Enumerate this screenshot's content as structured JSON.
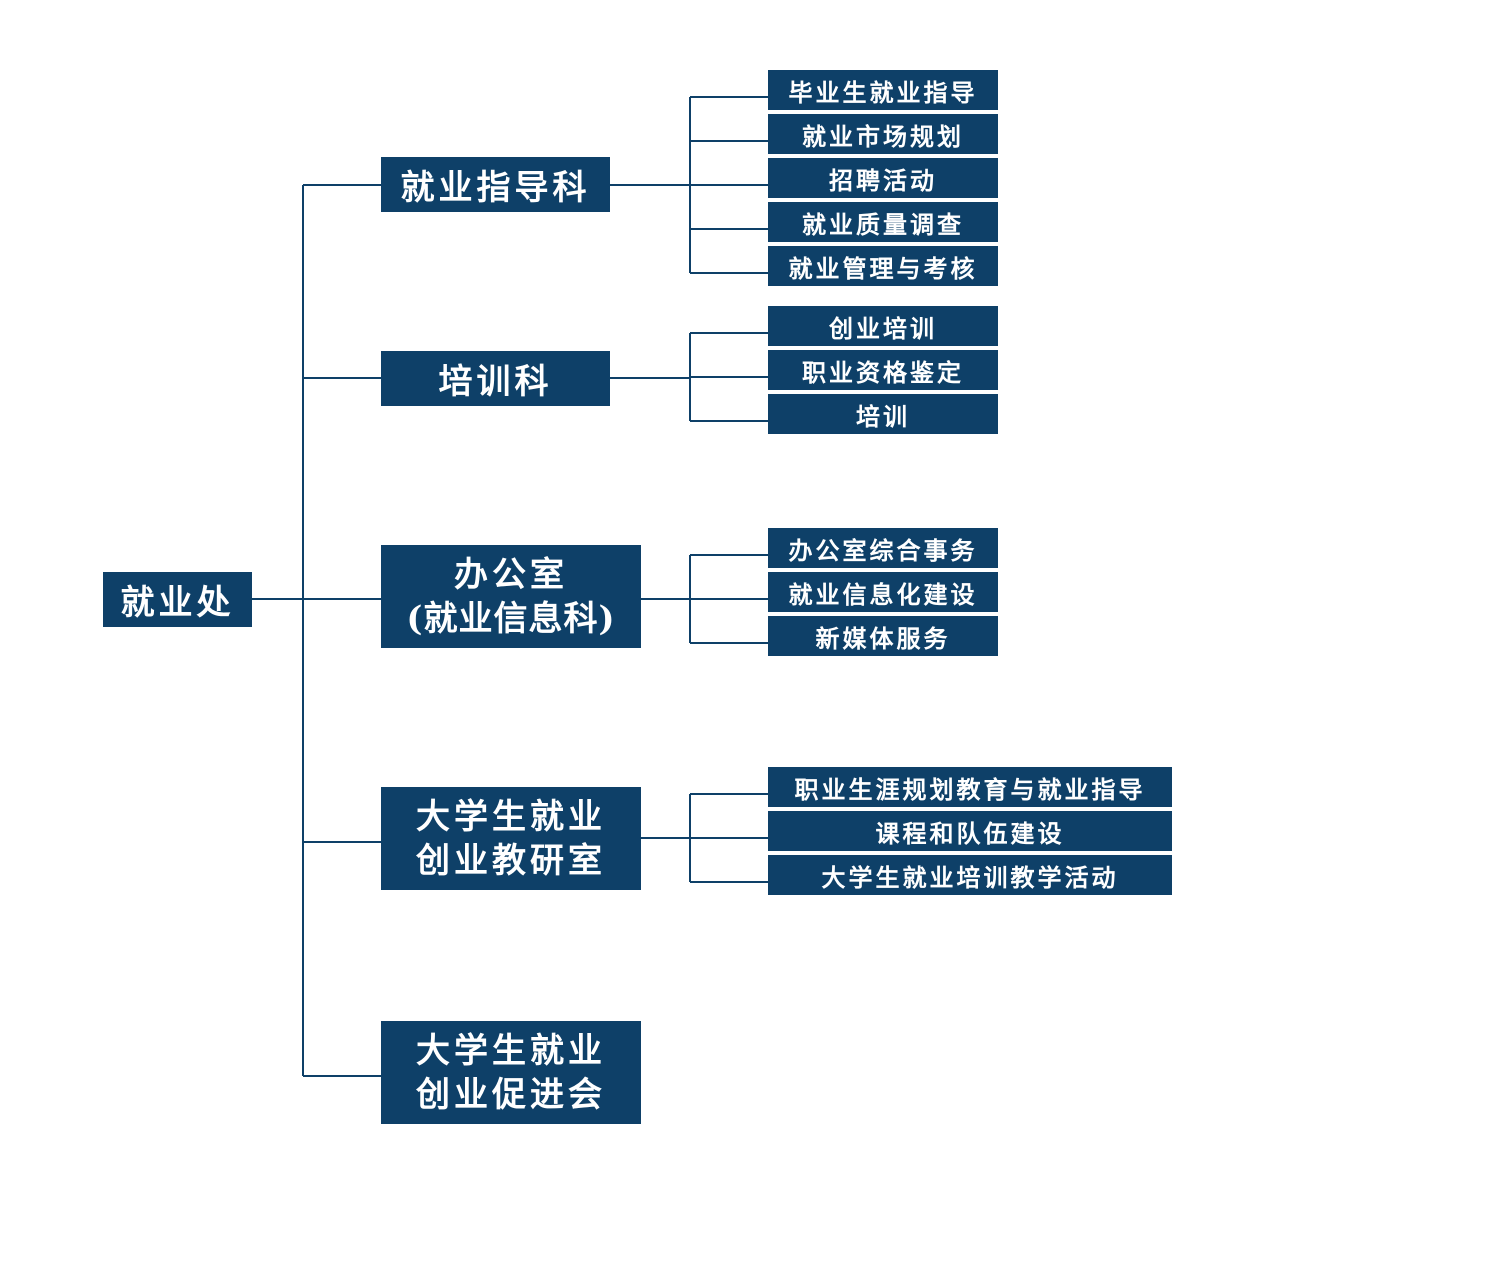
{
  "root": {
    "label": "就业处"
  },
  "departments": [
    {
      "id": "guidance",
      "lines": [
        "就业指导科"
      ],
      "items": [
        "毕业生就业指导",
        "就业市场规划",
        "招聘活动",
        "就业质量调查",
        "就业管理与考核"
      ]
    },
    {
      "id": "training",
      "lines": [
        "培训科"
      ],
      "items": [
        "创业培训",
        "职业资格鉴定",
        "培训"
      ]
    },
    {
      "id": "office",
      "lines": [
        "办公室",
        "(就业信息科)"
      ],
      "items": [
        "办公室综合事务",
        "就业信息化建设",
        "新媒体服务"
      ]
    },
    {
      "id": "research",
      "lines": [
        "大学生就业",
        "创业教研室"
      ],
      "items": [
        "职业生涯规划教育与就业指导",
        "课程和队伍建设",
        "大学生就业培训教学活动"
      ]
    },
    {
      "id": "promotion",
      "lines": [
        "大学生就业",
        "创业促进会"
      ],
      "items": []
    }
  ],
  "colors": {
    "box_fill": "#0e4068",
    "line": "#0e4068",
    "text": "#ffffff"
  }
}
